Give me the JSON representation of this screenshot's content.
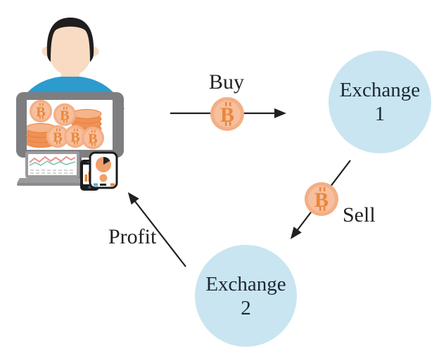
{
  "diagram": {
    "labels": {
      "buy": "Buy",
      "sell": "Sell",
      "profit": "Profit"
    },
    "nodes": {
      "exchange1": {
        "name": "Exchange",
        "number": "1"
      },
      "exchange2": {
        "name": "Exchange",
        "number": "2"
      }
    },
    "icons": {
      "bitcoin_symbol": "B"
    },
    "colors": {
      "node_fill": "#c9e5f1",
      "node_text": "#1c2733",
      "arrow": "#231f20",
      "label_text": "#231f20",
      "coin_outer": "#f3af85",
      "coin_inner": "#f7bf9d",
      "coin_symbol": "#e8873b",
      "stack_coin": "#ef9155",
      "stack_edge": "#e6813c",
      "shirt": "#2d9bce",
      "skin": "#f8dbc2",
      "hair": "#1f1d1e",
      "monitor": "#7e7e80",
      "chart_pink": "#ec8f8f",
      "chart_teal": "#7fc4ae"
    }
  }
}
